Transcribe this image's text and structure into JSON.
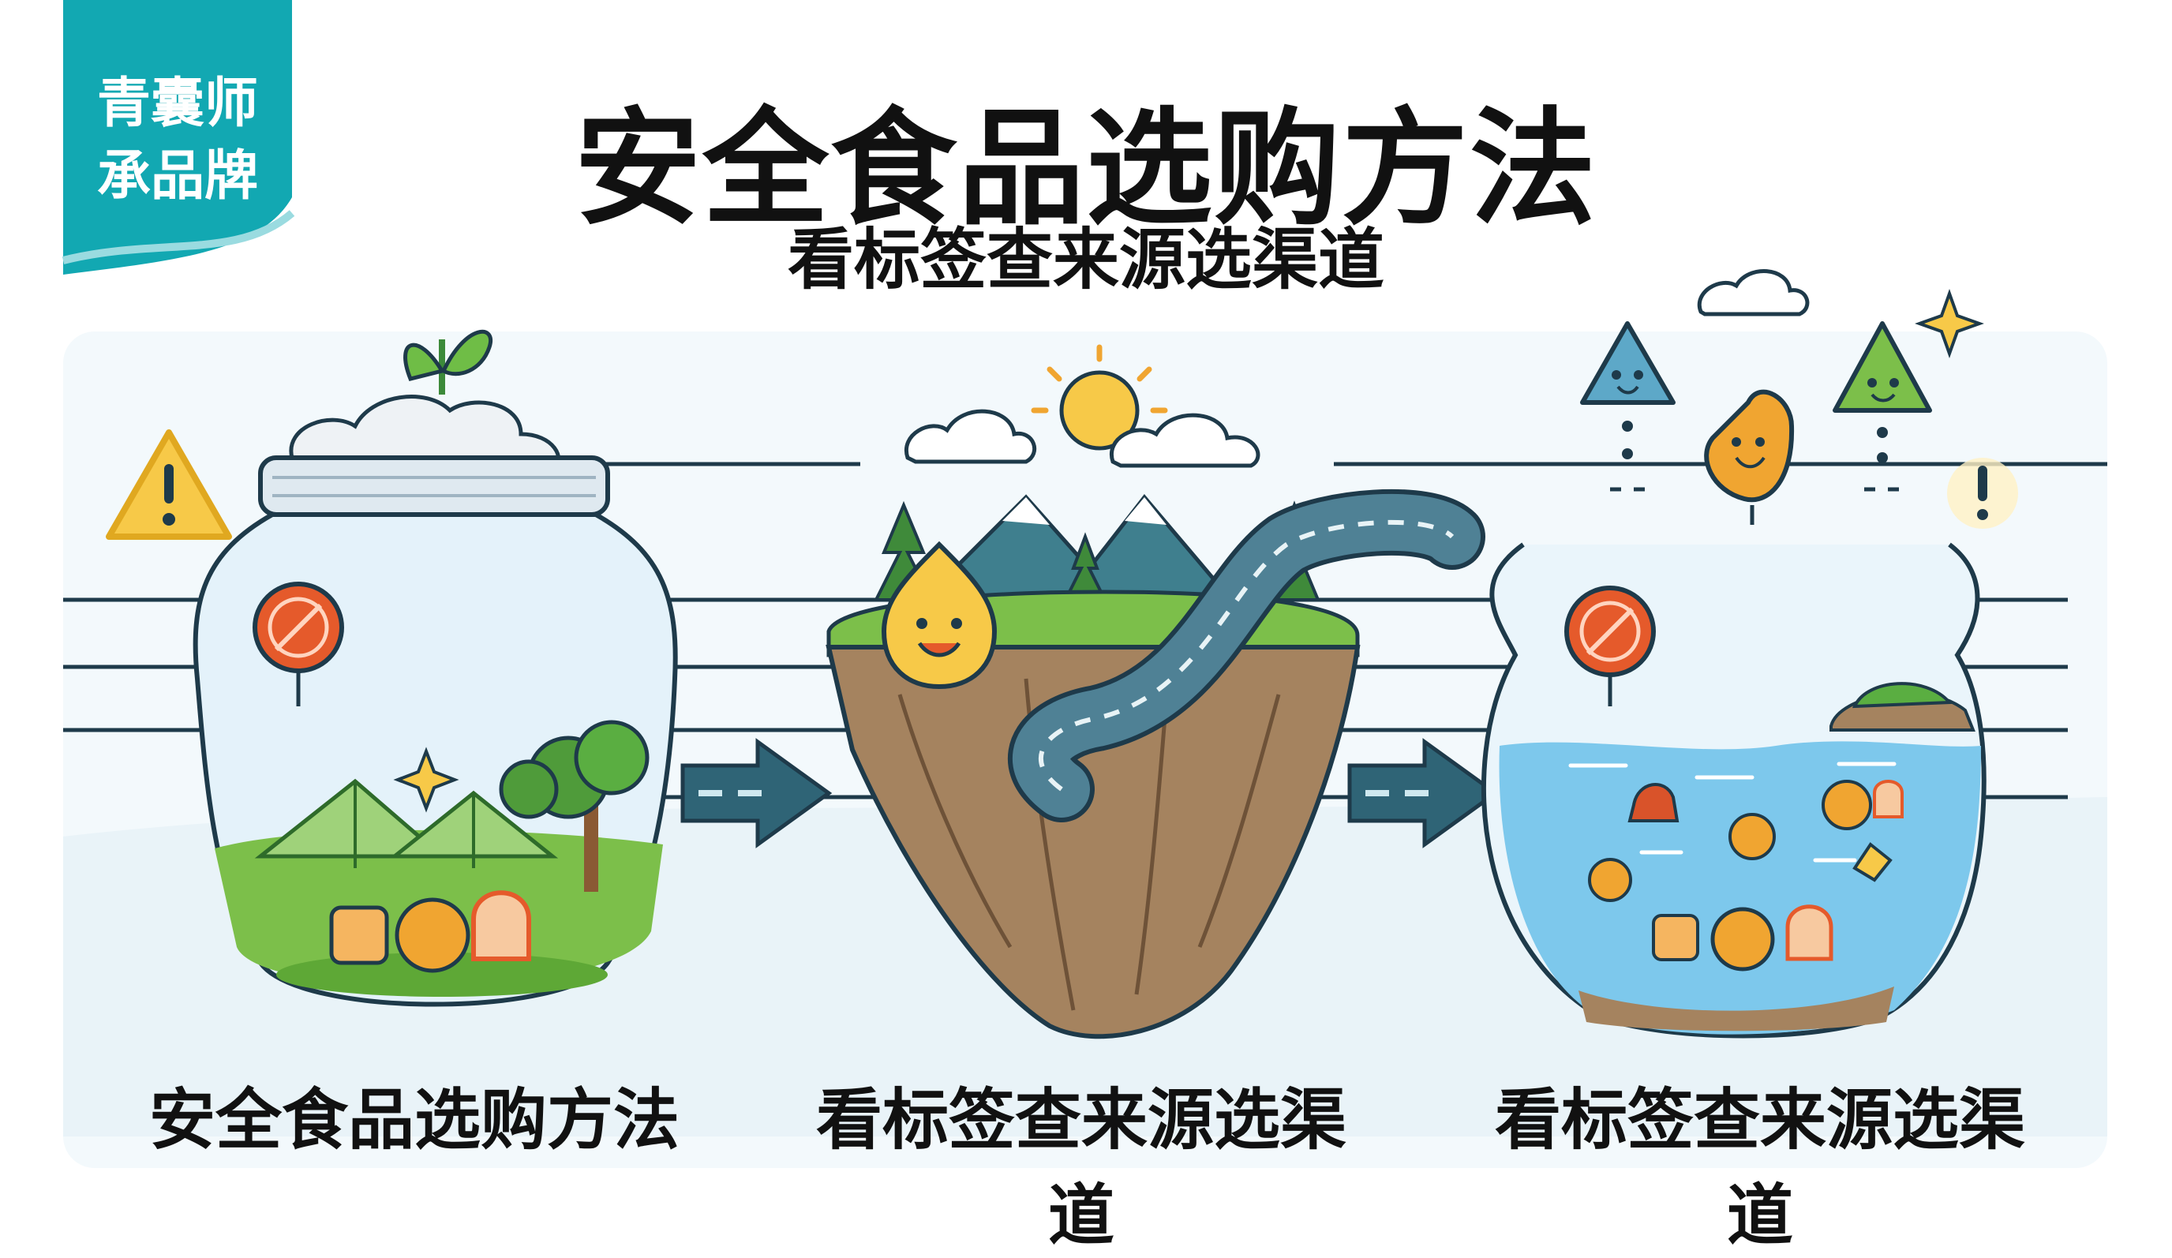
{
  "brand": {
    "line1": "青囊师",
    "line2": "承品牌",
    "color": "#12a8b2"
  },
  "header": {
    "title": "安全食品选购方法",
    "subtitle": "看标签查来源选渠道"
  },
  "panels": [
    {
      "caption": "安全食品选购方法",
      "icon": "sealed-jar-icon"
    },
    {
      "caption": "看标签查来源选渠道",
      "icon": "floating-island-icon"
    },
    {
      "caption": "看标签查来源选渠道",
      "icon": "water-jar-icon"
    }
  ],
  "colors": {
    "outline": "#1e3a4a",
    "grass": "#7cbf4a",
    "food_orange": "#f0a531",
    "warning_yellow": "#f7c948",
    "no_sign_red": "#e55a2b",
    "arrow_teal": "#2f6476",
    "water_blue": "#7dc8ec",
    "rock_brown": "#a5835f"
  }
}
